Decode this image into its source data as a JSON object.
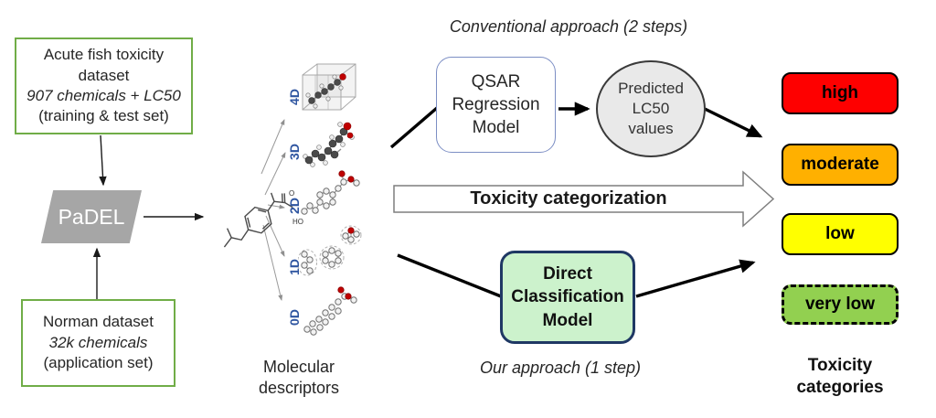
{
  "datasets": {
    "acute": {
      "line1": "Acute fish toxicity",
      "line2": "dataset",
      "line3": "907 chemicals + LC50",
      "line4": "(training & test set)"
    },
    "padel": {
      "label": "PaDEL"
    },
    "norman": {
      "line1": "Norman dataset",
      "line2": "32k chemicals",
      "line3": "(application set)"
    }
  },
  "descriptors": {
    "levels": [
      {
        "label": "4D"
      },
      {
        "label": "3D"
      },
      {
        "label": "2D"
      },
      {
        "label": "1D"
      },
      {
        "label": "0D"
      }
    ],
    "structure_atom_labels": {
      "o": "O",
      "ho": "HO"
    },
    "caption_line1": "Molecular",
    "caption_line2": "descriptors"
  },
  "conventional": {
    "heading": "Conventional approach (2 steps)",
    "qsar": {
      "line1": "QSAR",
      "line2": "Regression",
      "line3": "Model"
    },
    "predicted": {
      "line1": "Predicted",
      "line2": "LC50",
      "line3": "values"
    }
  },
  "categorization": {
    "label": "Toxicity categorization"
  },
  "our_approach": {
    "dcm": {
      "line1": "Direct",
      "line2": "Classification",
      "line3": "Model"
    },
    "heading": "Our approach (1 step)"
  },
  "categories": {
    "items": [
      {
        "label": "high",
        "color": "#fe0000",
        "border": "solid"
      },
      {
        "label": "moderate",
        "color": "#ffb000",
        "border": "solid"
      },
      {
        "label": "low",
        "color": "#ffff00",
        "border": "solid"
      },
      {
        "label": "very low",
        "color": "#92d050",
        "border": "dashed"
      }
    ],
    "caption_line1": "Toxicity",
    "caption_line2": "categories"
  },
  "colors": {
    "dataset_box_border": "#70ad47",
    "padel_fill": "#a6a6a6",
    "qsar_border": "#7c8ec4",
    "predicted_fill": "#e9e9e9",
    "dcm_fill": "#ccf2cc",
    "dcm_border": "#1f3864",
    "descriptor_label_blue": "#2e55a0"
  }
}
